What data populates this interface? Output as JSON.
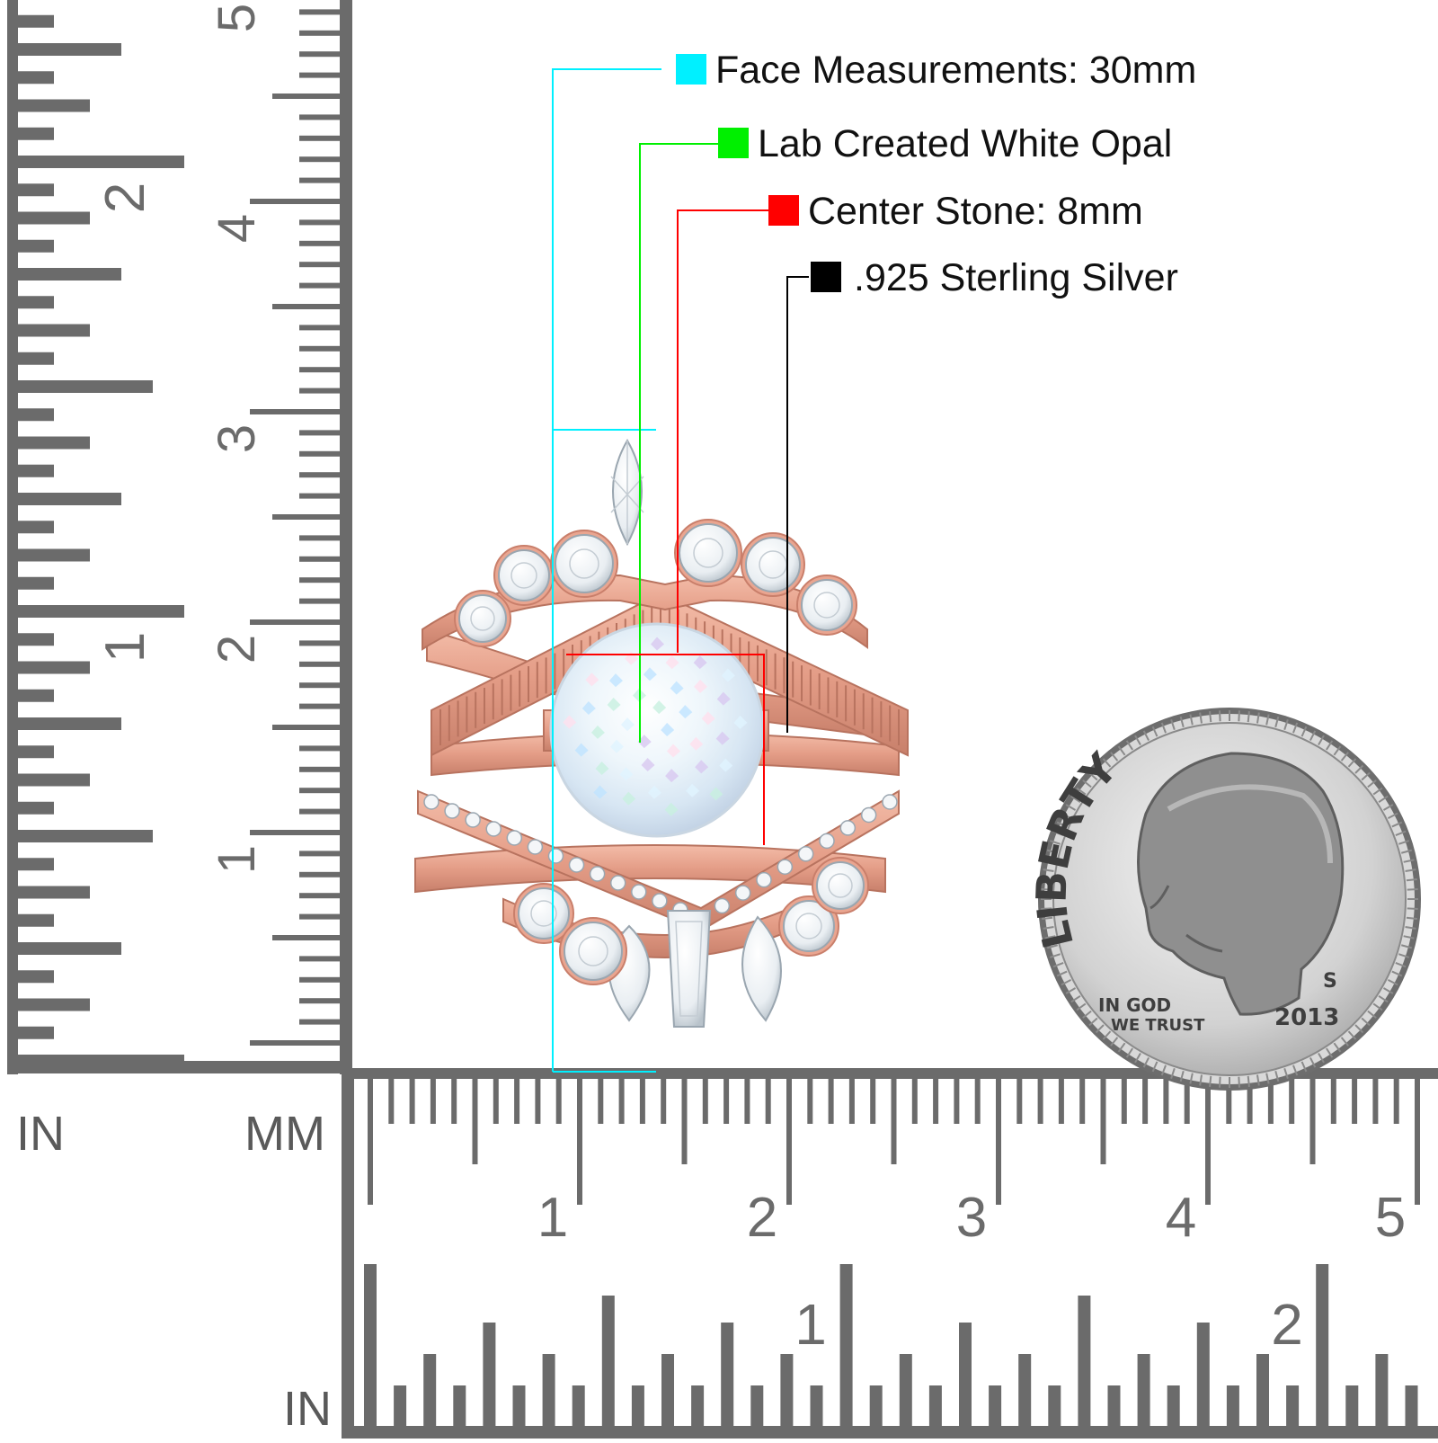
{
  "legend": {
    "face": {
      "label": "Face Measurements: 30mm",
      "color": "#00f0ff"
    },
    "material": {
      "label": "Lab Created White Opal",
      "color": "#00f000"
    },
    "center": {
      "label": "Center Stone: 8mm",
      "color": "#ff0000"
    },
    "metal": {
      "label": ".925 Sterling Silver",
      "color": "#000000"
    }
  },
  "rulers": {
    "left_in_label": "IN",
    "left_mm_label": "MM",
    "bottom_in_label": "IN",
    "left_cm_ticks": [
      "1",
      "2",
      "3",
      "4",
      "5"
    ],
    "left_in_ticks": [
      "1",
      "2"
    ],
    "bottom_cm_ticks": [
      "1",
      "2",
      "3",
      "4",
      "5"
    ],
    "bottom_in_ticks": [
      "1",
      "2"
    ]
  },
  "coin": {
    "liberty": "LIBERTY",
    "motto_1": "IN GOD",
    "motto_2": "WE TRUST",
    "year": "2013",
    "mint": "S"
  },
  "colors": {
    "rose_gold": "#e9a590",
    "rose_gold_dark": "#c97f6b",
    "ruler_gray": "#6b6b6b",
    "coin_silver": "#bdbdbd"
  },
  "icons": [
    "ring-set-illustration",
    "dime-coin"
  ]
}
